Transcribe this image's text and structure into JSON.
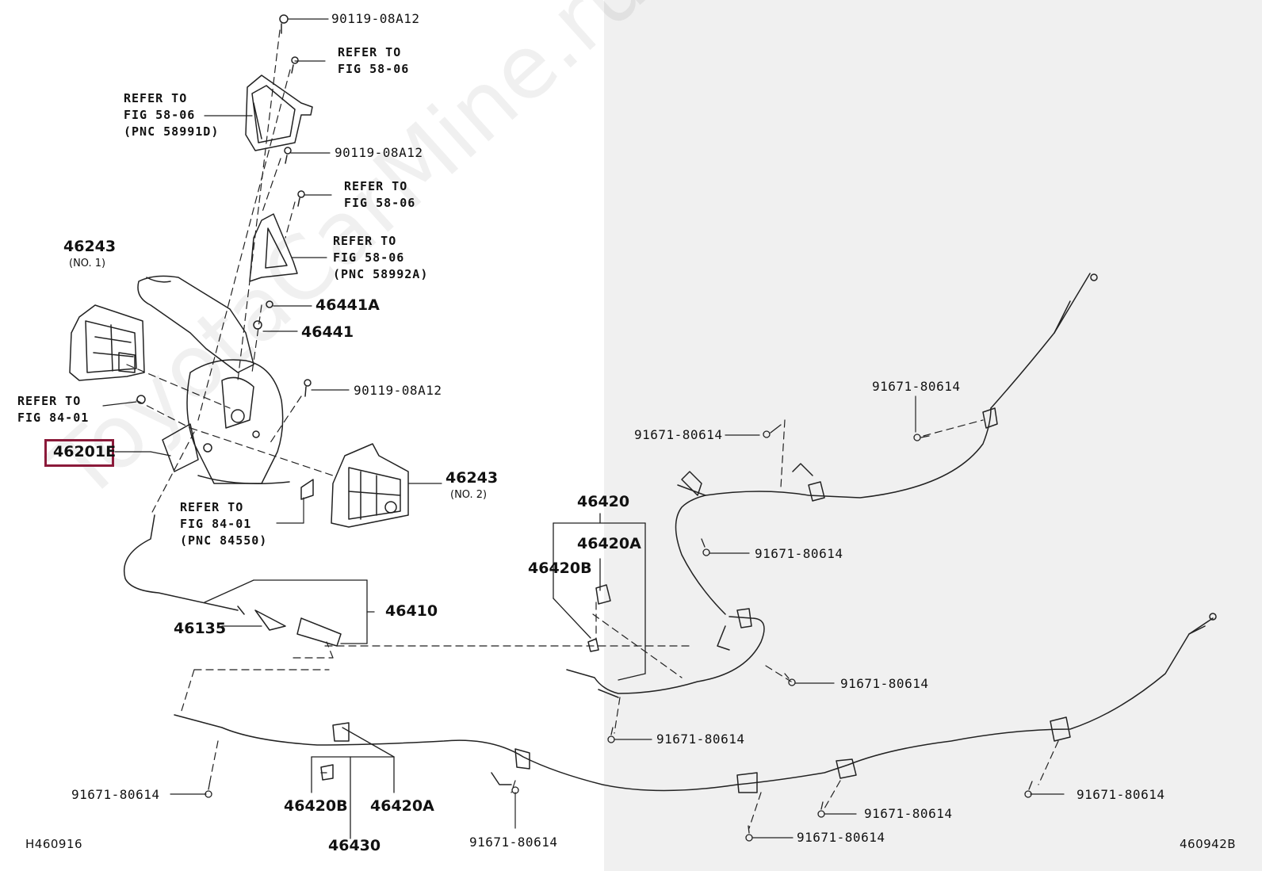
{
  "labels": {
    "p90119_top": "90119-08A12",
    "refer_58_06_top": [
      "REFER TO",
      "FIG 58-06"
    ],
    "refer_58991d": [
      "REFER TO",
      "FIG 58-06",
      "(PNC 58991D)"
    ],
    "p90119_mid": "90119-08A12",
    "refer_58_06_mid": [
      "REFER TO",
      "FIG 58-06"
    ],
    "refer_58992a": [
      "REFER TO",
      "FIG 58-06",
      "(PNC 58992A)"
    ],
    "p46243_no1": "46243",
    "no1": "(NO. 1)",
    "p46441a": "46441A",
    "p46441": "46441",
    "p90119_low": "90119-08A12",
    "refer_84_01": [
      "REFER TO",
      "FIG 84-01"
    ],
    "p46201e": "46201E",
    "p46243_no2": "46243",
    "no2": "(NO. 2)",
    "refer_84550": [
      "REFER TO",
      "FIG 84-01",
      "(PNC 84550)"
    ],
    "p46410": "46410",
    "p46135": "46135",
    "p46420": "46420",
    "p46420a_upper": "46420A",
    "p46420b_upper": "46420B",
    "p91671_a": "91671-80614",
    "p91671_b": "91671-80614",
    "p91671_c": "91671-80614",
    "p91671_d": "91671-80614",
    "p91671_e": "91671-80614",
    "p91671_f": "91671-80614",
    "p91671_g": "91671-80614",
    "p91671_h": "91671-80614",
    "p91671_i": "91671-80614",
    "p91671_j": "91671-80614",
    "p46420b_lower": "46420B",
    "p46420a_lower": "46420A",
    "p46430": "46430",
    "code_left": "H460916",
    "code_right": "460942B"
  },
  "watermark": "ToyotaCarMine.ru",
  "colors": {
    "highlight": "#8b1a3a",
    "right_panel": "#f0f0f0",
    "ink": "#111111"
  }
}
